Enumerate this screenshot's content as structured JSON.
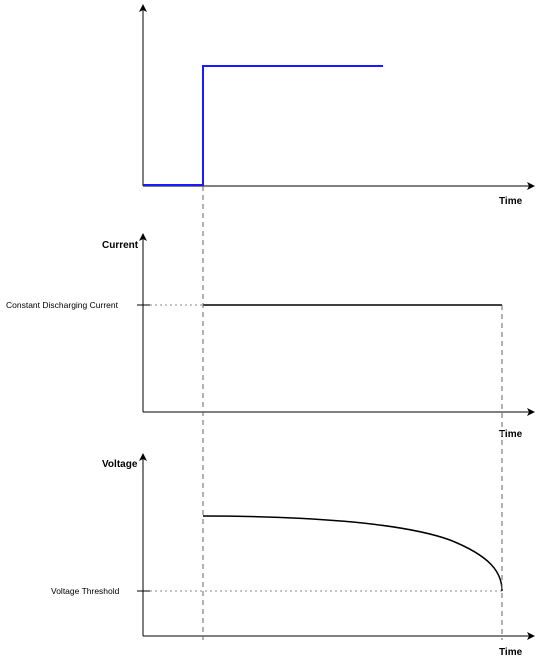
{
  "diagram": {
    "colors": {
      "axis": "#000000",
      "signal": "#1a1aff",
      "guide": "#666666",
      "dotted": "#888888"
    },
    "top_plot": {
      "x_label": "Time"
    },
    "current_plot": {
      "y_label": "Current",
      "x_label": "Time",
      "level_label": "Constant Discharging Current"
    },
    "voltage_plot": {
      "y_label": "Voltage",
      "x_label": "Time",
      "threshold_label": "Voltage Threshold"
    }
  }
}
